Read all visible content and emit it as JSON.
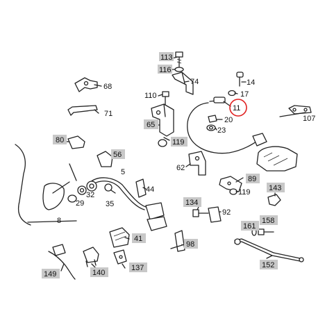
{
  "callouts": [
    {
      "id": "c113",
      "label": "113",
      "boxed": true
    },
    {
      "id": "c116",
      "label": "116",
      "boxed": true
    },
    {
      "id": "c74",
      "label": "74",
      "boxed": false
    },
    {
      "id": "c68",
      "label": "68",
      "boxed": false
    },
    {
      "id": "c14",
      "label": "14",
      "boxed": false
    },
    {
      "id": "c17",
      "label": "17",
      "boxed": false
    },
    {
      "id": "c11",
      "label": "11",
      "boxed": false,
      "highlighted": true
    },
    {
      "id": "c110",
      "label": "110",
      "boxed": false
    },
    {
      "id": "c71",
      "label": "71",
      "boxed": false
    },
    {
      "id": "c107",
      "label": "107",
      "boxed": false
    },
    {
      "id": "c65",
      "label": "65",
      "boxed": true
    },
    {
      "id": "c20",
      "label": "20",
      "boxed": false
    },
    {
      "id": "c23",
      "label": "23",
      "boxed": false
    },
    {
      "id": "c80",
      "label": "80",
      "boxed": true
    },
    {
      "id": "c119a",
      "label": "119",
      "boxed": true
    },
    {
      "id": "c56",
      "label": "56",
      "boxed": true
    },
    {
      "id": "c62",
      "label": "62",
      "boxed": false
    },
    {
      "id": "c5",
      "label": "5",
      "boxed": false
    },
    {
      "id": "c89",
      "label": "89",
      "boxed": true
    },
    {
      "id": "c143",
      "label": "143",
      "boxed": true
    },
    {
      "id": "c44",
      "label": "44",
      "boxed": false
    },
    {
      "id": "c119b",
      "label": "119",
      "boxed": false
    },
    {
      "id": "c29",
      "label": "29",
      "boxed": false
    },
    {
      "id": "c32",
      "label": "32",
      "boxed": false
    },
    {
      "id": "c134",
      "label": "134",
      "boxed": true
    },
    {
      "id": "c35",
      "label": "35",
      "boxed": false
    },
    {
      "id": "c92",
      "label": "92",
      "boxed": false
    },
    {
      "id": "c8",
      "label": "8",
      "boxed": false
    },
    {
      "id": "c158",
      "label": "158",
      "boxed": true
    },
    {
      "id": "c161",
      "label": "161",
      "boxed": true
    },
    {
      "id": "c41",
      "label": "41",
      "boxed": true
    },
    {
      "id": "c98",
      "label": "98",
      "boxed": true
    },
    {
      "id": "c152",
      "label": "152",
      "boxed": true
    },
    {
      "id": "c137",
      "label": "137",
      "boxed": true
    },
    {
      "id": "c149",
      "label": "149",
      "boxed": true
    },
    {
      "id": "c140",
      "label": "140",
      "boxed": true
    }
  ],
  "colors": {
    "callout_box": "#c8c8c8",
    "highlight_ring": "#e02020",
    "line": "#222222"
  }
}
